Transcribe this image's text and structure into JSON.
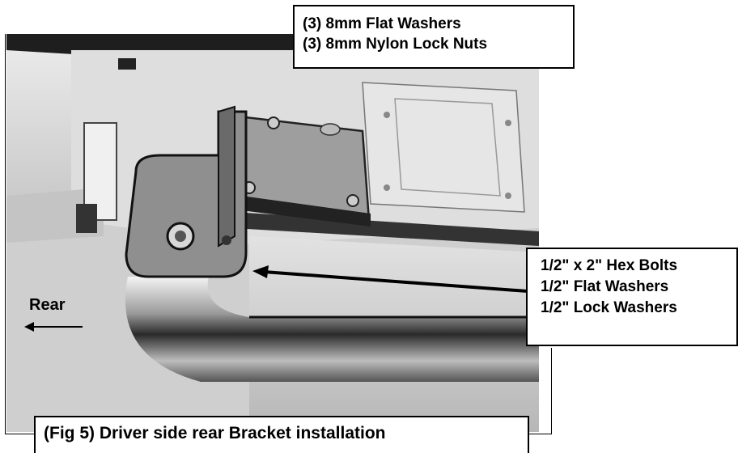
{
  "callout_top": {
    "lines": [
      "(3) 8mm Flat Washers",
      "(3) 8mm Nylon Lock Nuts"
    ]
  },
  "callout_right": {
    "lines": [
      "1/2\" x 2\" Hex Bolts",
      "1/2\" Flat Washers",
      "1/2\" Lock Washers"
    ]
  },
  "direction": {
    "label": "Rear"
  },
  "caption": {
    "text": "(Fig 5) Driver side rear Bracket installation"
  }
}
